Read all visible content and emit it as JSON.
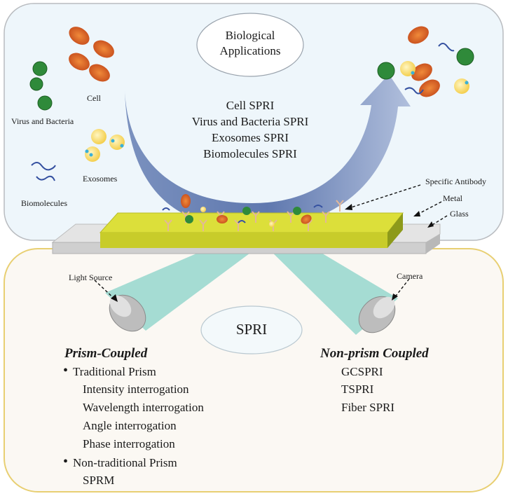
{
  "top": {
    "title": "Biological Applications",
    "apps": [
      "Cell SPRI",
      "Virus and Bacteria SPRI",
      "Exosomes SPRI",
      "Biomolecules SPRI"
    ],
    "labels": {
      "cell": "Cell",
      "virus": "Virus and Bacteria",
      "exosomes": "Exosomes",
      "biomolecules": "Biomolecules"
    }
  },
  "chip": {
    "antibody": "Specific Antibody",
    "metal": "Metal",
    "glass": "Glass"
  },
  "bottom": {
    "title": "SPRI",
    "light_source": "Light Source",
    "camera": "Camera",
    "prism_heading": "Prism-Coupled",
    "traditional": "Traditional Prism",
    "traditional_items": [
      "Intensity interrogation",
      "Wavelength interrogation",
      "Angle interrogation",
      "Phase interrogation"
    ],
    "nontraditional": "Non-traditional Prism",
    "nontraditional_items": [
      "SPRM"
    ],
    "nonprism_heading": "Non-prism Coupled",
    "nonprism_items": [
      "GCSPRI",
      "TSPRI",
      "Fiber SPRI"
    ]
  },
  "colors": {
    "top_panel": "#eef6fb",
    "bottom_panel": "#fbf8f3",
    "bottom_border": "#e8cf72",
    "metal": "#dcdf3a",
    "beam": "#a5dcd3",
    "arrow": "#7c96c4"
  }
}
